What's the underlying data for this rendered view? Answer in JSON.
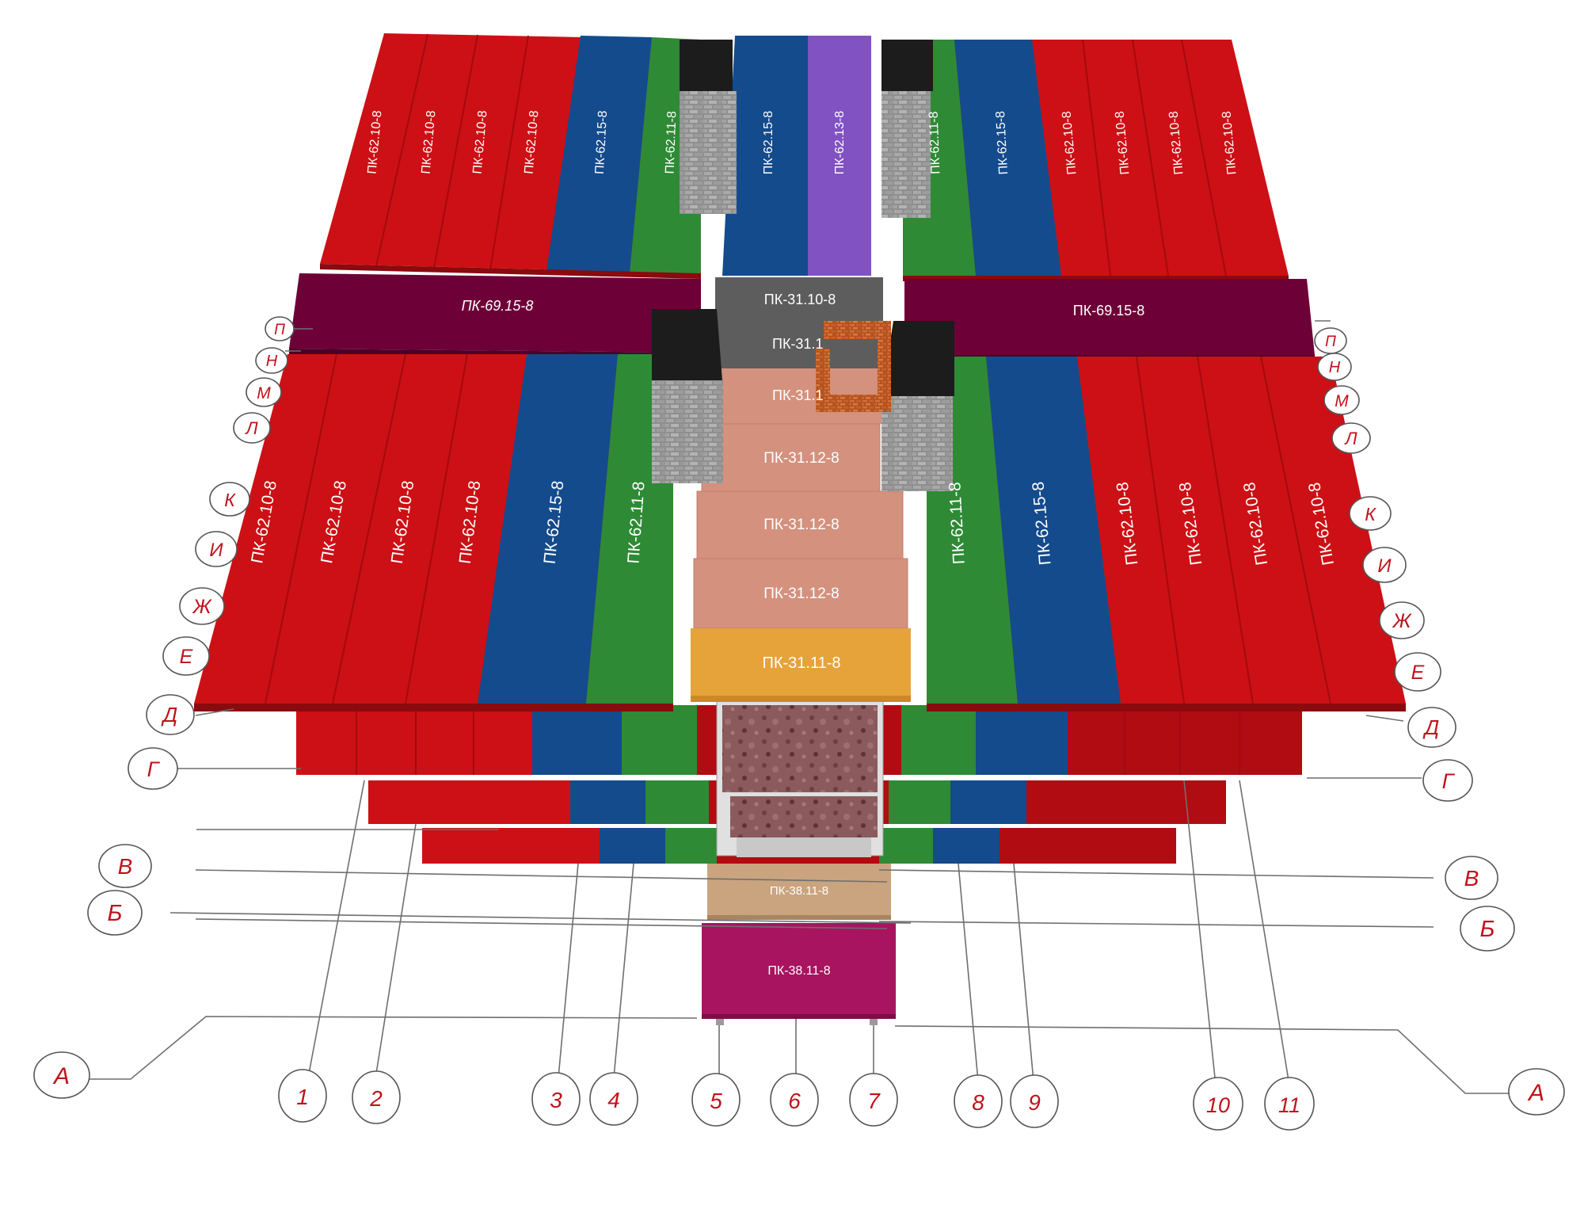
{
  "colors": {
    "red": "#cd1015",
    "blue": "#144b8c",
    "green": "#2f8a35",
    "purple": "#8152c2",
    "maroon": "#6e0038",
    "grey": "#5d5d5d",
    "salmon": "#d4917e",
    "orange": "#e5a33a",
    "tan": "#c9a47f",
    "magenta": "#a8145f",
    "axis_text": "#c0121b"
  },
  "labels": {
    "pk_62_10": "ПК-62.10-8",
    "pk_62_15": "ПК-62.15-8",
    "pk_62_11": "ПК-62.11-8",
    "pk_62_13": "ПК-62.13-8",
    "pk_69_15": "ПК-69.15-8",
    "pk_31_10": "ПК-31.10-8",
    "pk_31_1_trunc": "ПК-31.1",
    "pk_31_12": "ПК-31.12-8",
    "pk_31_11": "ПК-31.11-8",
    "pk_38_11": "ПК-38.11-8"
  },
  "axes": {
    "letters_left": [
      "П",
      "Н",
      "М",
      "Л",
      "К",
      "И",
      "Ж",
      "Е",
      "Д",
      "Г",
      "В",
      "Б",
      "А"
    ],
    "letters_right": [
      "П",
      "Н",
      "М",
      "Л",
      "К",
      "И",
      "Ж",
      "Е",
      "Д",
      "Г",
      "В",
      "Б",
      "А"
    ],
    "numbers": [
      "1",
      "2",
      "3",
      "4",
      "5",
      "6",
      "7",
      "8",
      "9",
      "10",
      "11"
    ]
  }
}
